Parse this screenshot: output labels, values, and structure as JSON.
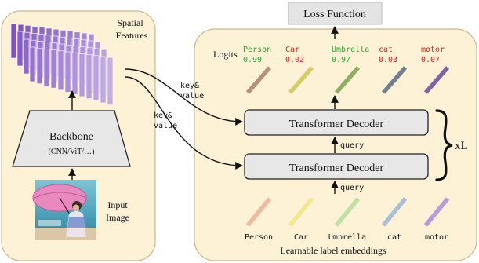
{
  "left_panel": {
    "spatial_features_line1": "Spatial",
    "spatial_features_line2": "Features",
    "backbone_title": "Backbone",
    "backbone_subtitle": "(CNN/ViT/…)",
    "input_image_line1": "Input",
    "input_image_line2": "Image"
  },
  "connectors": {
    "key_value_top_line1": "key&",
    "key_value_top_line2": "value",
    "key_value_bottom_line1": "key&",
    "key_value_bottom_line2": "value",
    "query_top": "query",
    "query_bottom": "query"
  },
  "right_panel": {
    "loss_function": "Loss Function",
    "logits_label": "Logits",
    "decoder_top": "Transformer Decoder",
    "decoder_bottom": "Transformer Decoder",
    "repeat_label": "xL",
    "learnable_label": "Learnable label embeddings",
    "logits": [
      {
        "name": "Person",
        "score": "0.99",
        "text_color": "#22aa33",
        "bar_color": "#b7917e"
      },
      {
        "name": "Car",
        "score": "0.02",
        "text_color": "#e02020",
        "bar_color": "#d4cc6a"
      },
      {
        "name": "Umbrella",
        "score": "0.97",
        "text_color": "#22aa33",
        "bar_color": "#8fae63"
      },
      {
        "name": "cat",
        "score": "0.03",
        "text_color": "#e02020",
        "bar_color": "#6f8090"
      },
      {
        "name": "motor",
        "score": "0.07",
        "text_color": "#e02020",
        "bar_color": "#8060a8"
      }
    ],
    "embeddings": [
      {
        "name": "Person",
        "bar_color": "#f0b9a5"
      },
      {
        "name": "Car",
        "bar_color": "#f3e88c"
      },
      {
        "name": "Umbrella",
        "bar_color": "#bfe0a4"
      },
      {
        "name": "cat",
        "bar_color": "#a9bfd8"
      },
      {
        "name": "motor",
        "bar_color": "#b79be0"
      }
    ]
  },
  "colors": {
    "panel_fill": "#fdf1d6",
    "panel_stroke": "#c9b892",
    "box_fill": "#e7e7e7",
    "box_stroke": "#222222",
    "feature_dark": "#7e52c2",
    "feature_light": "#cfbde8"
  }
}
